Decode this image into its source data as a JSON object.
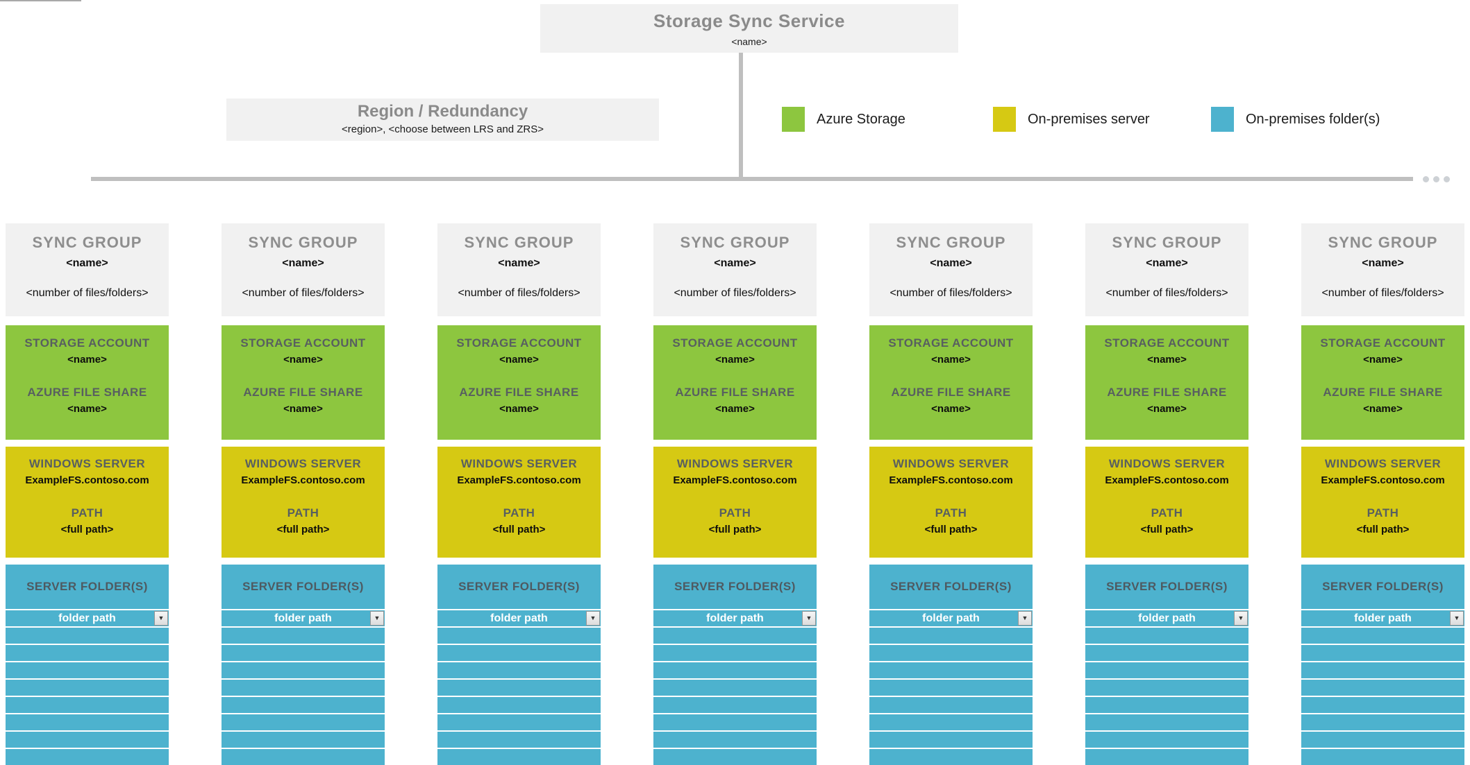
{
  "service_box": {
    "title": "Storage Sync Service",
    "name": "<name>"
  },
  "region_box": {
    "title": "Region / Redundancy",
    "details": "<region>, <choose between LRS and ZRS>"
  },
  "legend": {
    "items": [
      {
        "label": "Azure Storage",
        "color": "#8DC63F"
      },
      {
        "label": "On-premises server",
        "color": "#D6C913"
      },
      {
        "label": "On-premises folder(s)",
        "color": "#4DB2CE"
      }
    ]
  },
  "colors": {
    "azure_storage_green": "#8DC63F",
    "on_premises_server_yellow": "#D6C913",
    "on_premises_folder_blue": "#4DB2CE",
    "box_background_gray": "#F1F1F1",
    "connector_gray": "#BFBFBF",
    "heading_gray": "#8E8E8E"
  },
  "sync_groups": [
    {
      "heading": "SYNC GROUP",
      "name": "<name>",
      "files_count": "<number of files/folders>",
      "storage_account": {
        "heading": "STORAGE ACCOUNT",
        "name": "<name>",
        "file_share_heading": "AZURE FILE SHARE",
        "file_share_name": "<name>"
      },
      "windows_server": {
        "heading": "WINDOWS SERVER",
        "server_name": "ExampleFS.contoso.com",
        "path_heading": "PATH",
        "path": "<full path>"
      },
      "server_folders": {
        "heading": "SERVER FOLDER(S)",
        "folder_path_value": "folder path",
        "empty_row_count": 8
      }
    },
    {
      "heading": "SYNC GROUP",
      "name": "<name>",
      "files_count": "<number of files/folders>",
      "storage_account": {
        "heading": "STORAGE ACCOUNT",
        "name": "<name>",
        "file_share_heading": "AZURE FILE SHARE",
        "file_share_name": "<name>"
      },
      "windows_server": {
        "heading": "WINDOWS SERVER",
        "server_name": "ExampleFS.contoso.com",
        "path_heading": "PATH",
        "path": "<full path>"
      },
      "server_folders": {
        "heading": "SERVER FOLDER(S)",
        "folder_path_value": "folder path",
        "empty_row_count": 8
      }
    },
    {
      "heading": "SYNC GROUP",
      "name": "<name>",
      "files_count": "<number of files/folders>",
      "storage_account": {
        "heading": "STORAGE ACCOUNT",
        "name": "<name>",
        "file_share_heading": "AZURE FILE SHARE",
        "file_share_name": "<name>"
      },
      "windows_server": {
        "heading": "WINDOWS SERVER",
        "server_name": "ExampleFS.contoso.com",
        "path_heading": "PATH",
        "path": "<full path>"
      },
      "server_folders": {
        "heading": "SERVER FOLDER(S)",
        "folder_path_value": "folder path",
        "empty_row_count": 8
      }
    },
    {
      "heading": "SYNC GROUP",
      "name": "<name>",
      "files_count": "<number of files/folders>",
      "storage_account": {
        "heading": "STORAGE ACCOUNT",
        "name": "<name>",
        "file_share_heading": "AZURE FILE SHARE",
        "file_share_name": "<name>"
      },
      "windows_server": {
        "heading": "WINDOWS SERVER",
        "server_name": "ExampleFS.contoso.com",
        "path_heading": "PATH",
        "path": "<full path>"
      },
      "server_folders": {
        "heading": "SERVER FOLDER(S)",
        "folder_path_value": "folder path",
        "empty_row_count": 8
      }
    },
    {
      "heading": "SYNC GROUP",
      "name": "<name>",
      "files_count": "<number of files/folders>",
      "storage_account": {
        "heading": "STORAGE ACCOUNT",
        "name": "<name>",
        "file_share_heading": "AZURE FILE SHARE",
        "file_share_name": "<name>"
      },
      "windows_server": {
        "heading": "WINDOWS SERVER",
        "server_name": "ExampleFS.contoso.com",
        "path_heading": "PATH",
        "path": "<full path>"
      },
      "server_folders": {
        "heading": "SERVER FOLDER(S)",
        "folder_path_value": "folder path",
        "empty_row_count": 8
      }
    },
    {
      "heading": "SYNC GROUP",
      "name": "<name>",
      "files_count": "<number of files/folders>",
      "storage_account": {
        "heading": "STORAGE ACCOUNT",
        "name": "<name>",
        "file_share_heading": "AZURE FILE SHARE",
        "file_share_name": "<name>"
      },
      "windows_server": {
        "heading": "WINDOWS SERVER",
        "server_name": "ExampleFS.contoso.com",
        "path_heading": "PATH",
        "path": "<full path>"
      },
      "server_folders": {
        "heading": "SERVER FOLDER(S)",
        "folder_path_value": "folder path",
        "empty_row_count": 8
      }
    },
    {
      "heading": "SYNC GROUP",
      "name": "<name>",
      "files_count": "<number of files/folders>",
      "storage_account": {
        "heading": "STORAGE ACCOUNT",
        "name": "<name>",
        "file_share_heading": "AZURE FILE SHARE",
        "file_share_name": "<name>"
      },
      "windows_server": {
        "heading": "WINDOWS SERVER",
        "server_name": "ExampleFS.contoso.com",
        "path_heading": "PATH",
        "path": "<full path>"
      },
      "server_folders": {
        "heading": "SERVER FOLDER(S)",
        "folder_path_value": "folder path",
        "empty_row_count": 8
      }
    }
  ]
}
